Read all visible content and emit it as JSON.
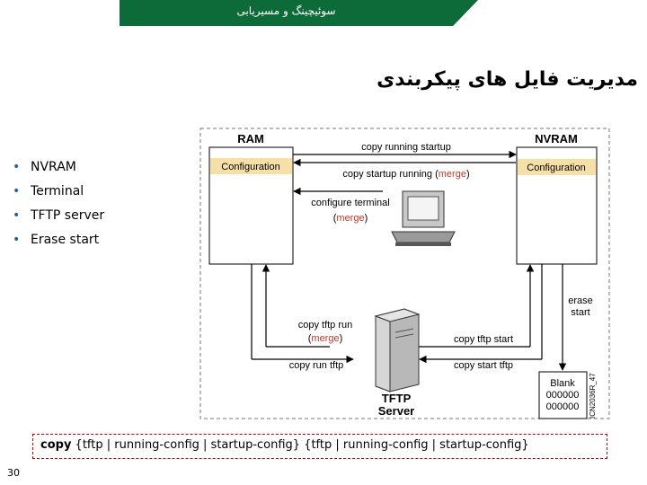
{
  "header": {
    "banner_text": "سوئیچینگ و مسیریابی",
    "slide_title": "مدیریت فایل های پیکربندی"
  },
  "bullets": [
    "NVRAM",
    "Terminal",
    "TFTP server",
    "Erase start"
  ],
  "diagram": {
    "ram_label": "RAM",
    "nvram_label": "NVRAM",
    "ram_config": "Configuration",
    "nvram_config": "Configuration",
    "copy_running_startup": "copy running startup",
    "copy_startup_running": "copy startup running (",
    "merge_1": "merge",
    "close_paren": ")",
    "configure_terminal": "configure terminal",
    "merge_2": "merge",
    "copy_tftp_run": "copy tftp run",
    "merge_3": "merge",
    "copy_tftp_start": "copy tftp start",
    "copy_run_tftp": "copy run tftp",
    "copy_start_tftp": "copy start tftp",
    "erase_line1": "erase",
    "erase_line2": "start",
    "blank_label": "Blank",
    "blank_row1": "000000",
    "blank_row2": "000000",
    "tftp_line1": "TFTP",
    "tftp_line2": "Server",
    "side_id": "ICN2036R_47",
    "accent_red": "#c0392b",
    "config_fill": "#f7dfa8"
  },
  "command": {
    "bold": "copy",
    "rest": " {tftp | running-config | startup-config} {tftp | running-config | startup-config}"
  },
  "page_number": "30"
}
